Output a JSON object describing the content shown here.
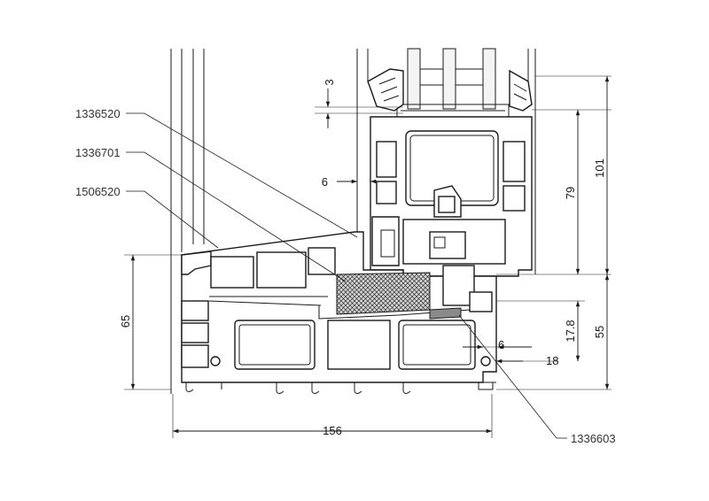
{
  "dimensions": {
    "d3": "3",
    "d6_left": "6",
    "d101": "101",
    "d79": "79",
    "d65": "65",
    "d55": "55",
    "d17_8": "17.8",
    "d6_right": "6",
    "d18": "18",
    "d156": "156"
  },
  "part_labels": {
    "p1336520": "1336520",
    "p1336701": "1336701",
    "p1506520": "1506520",
    "p1336603": "1336603"
  },
  "colors": {
    "line": "#1a1a1a",
    "insulation": "#8a8a8a",
    "label_text": "#333333"
  }
}
